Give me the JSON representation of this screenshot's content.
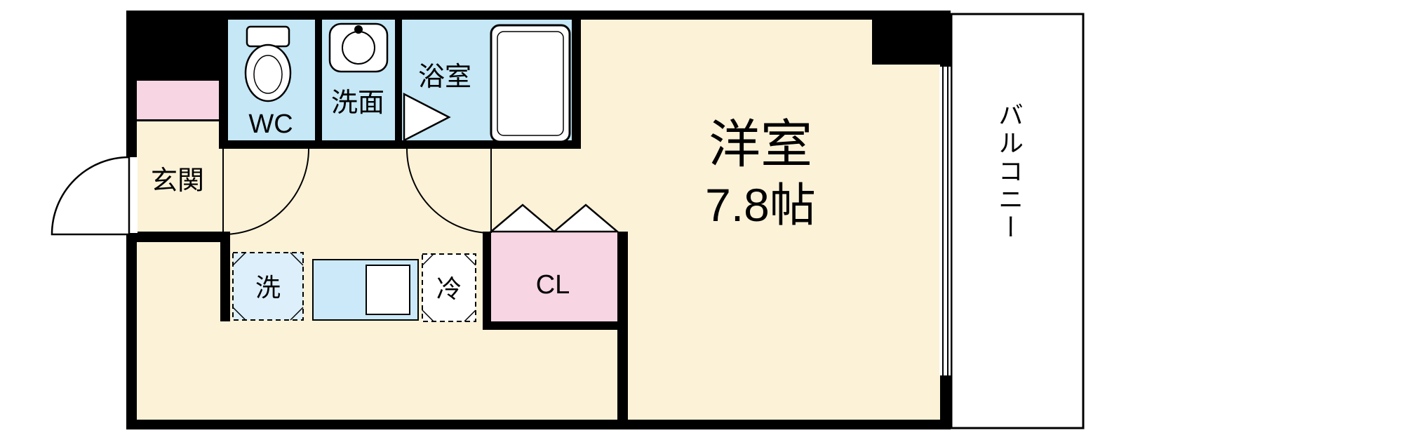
{
  "rooms": {
    "main_room": {
      "label": "洋室",
      "size": "7.8帖"
    },
    "genkan": {
      "label": "玄関"
    },
    "wc": {
      "label": "WC"
    },
    "washroom": {
      "label": "洗面"
    },
    "bathroom": {
      "label": "浴室"
    },
    "balcony": {
      "label": "バルコニー"
    },
    "closet": {
      "label": "CL"
    },
    "washer_space": {
      "label": "洗"
    },
    "refrigerator_space": {
      "label": "冷"
    }
  },
  "colors": {
    "wall": "#000000",
    "floor": "#FBF2D8",
    "wet_area": "#C5E7F6",
    "closet_pink": "#F7D5E3",
    "fixture_white": "#FFFFFF",
    "background": "#FFFFFF"
  }
}
